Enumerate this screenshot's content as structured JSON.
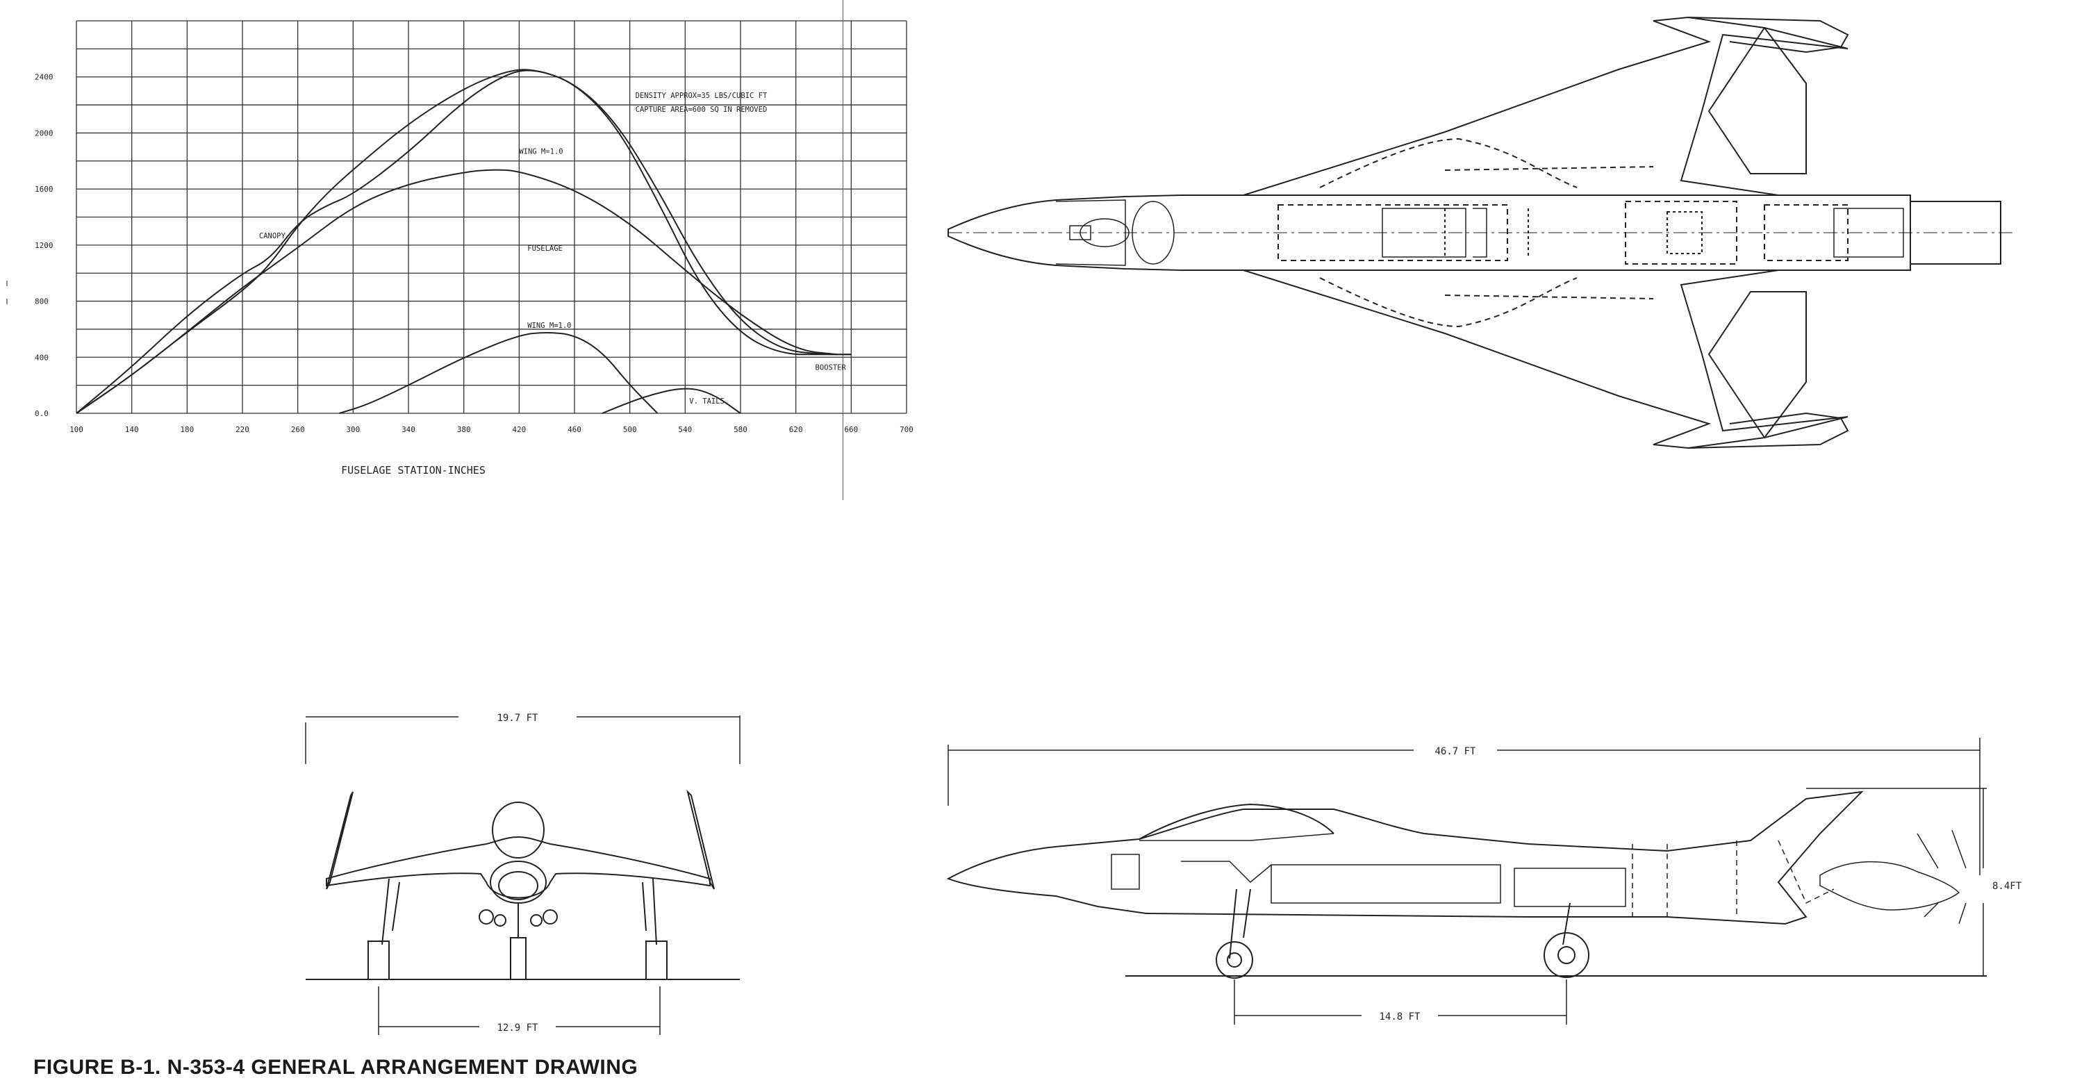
{
  "chart_data": {
    "type": "line",
    "xlabel": "FUSELAGE STATION-INCHES",
    "ylabel": "",
    "xlim": [
      100,
      700
    ],
    "ylim": [
      0,
      2800
    ],
    "x_ticks": [
      100,
      140,
      180,
      220,
      260,
      300,
      340,
      380,
      420,
      460,
      500,
      540,
      580,
      620,
      660,
      700
    ],
    "y_ticks": [
      0,
      400,
      800,
      1200,
      1600,
      2000,
      2400
    ],
    "y_tick_labels": [
      "0.0",
      "400",
      "800",
      "1200",
      "1600",
      "2000",
      "2400"
    ],
    "grid": true,
    "annotations": [
      "DENSITY APPROX=35 LBS/CUBIC FT",
      "CAPTURE AREA=600 SQ IN REMOVED",
      "WING M=1.0",
      "CANOPY",
      "FUSELAGE",
      "WING M=1.0",
      "V. TAILS",
      "BOOSTER"
    ],
    "series": [
      {
        "x": [
          100,
          140,
          180,
          220,
          240,
          260,
          280,
          300,
          340,
          380,
          410,
          430,
          460,
          490,
          520,
          550,
          580,
          610,
          640,
          660
        ],
        "values": [
          0,
          270,
          580,
          870,
          1060,
          1340,
          1560,
          1740,
          2070,
          2320,
          2440,
          2460,
          2360,
          2080,
          1600,
          1050,
          650,
          450,
          420,
          420
        ]
      },
      {
        "x": [
          100,
          140,
          180,
          220,
          240,
          260,
          280,
          300,
          340,
          380,
          410,
          430,
          460,
          490,
          520,
          550,
          580,
          610,
          640,
          660
        ],
        "values": [
          0,
          330,
          700,
          1000,
          1100,
          1360,
          1480,
          1560,
          1860,
          2230,
          2420,
          2460,
          2360,
          2060,
          1520,
          920,
          560,
          420,
          420,
          420
        ]
      },
      {
        "x": [
          100,
          140,
          180,
          220,
          260,
          300,
          340,
          380,
          400,
          420,
          460,
          500,
          540,
          580,
          620,
          650
        ],
        "values": [
          0,
          270,
          580,
          900,
          1180,
          1480,
          1640,
          1720,
          1740,
          1730,
          1600,
          1360,
          1020,
          700,
          450,
          420
        ]
      },
      {
        "x": [
          290,
          310,
          340,
          380,
          420,
          440,
          460,
          480,
          500,
          520
        ],
        "values": [
          0,
          60,
          200,
          400,
          560,
          580,
          560,
          440,
          200,
          0
        ]
      },
      {
        "x": [
          480,
          510,
          540,
          560,
          580
        ],
        "values": [
          0,
          120,
          190,
          140,
          0
        ]
      }
    ]
  },
  "drawing": {
    "top_view": {
      "labels": []
    },
    "front_view": {
      "span": "19.7 FT",
      "track": "12.9 FT"
    },
    "side_view": {
      "length": "46.7 FT",
      "height": "8.4FT",
      "wheelbase": "14.8 FT"
    }
  },
  "caption": "FIGURE B-1.  N-353-4 GENERAL ARRANGEMENT DRAWING",
  "colors": {
    "ink": "#222222",
    "grid": "#333333",
    "paper": "#ffffff"
  }
}
